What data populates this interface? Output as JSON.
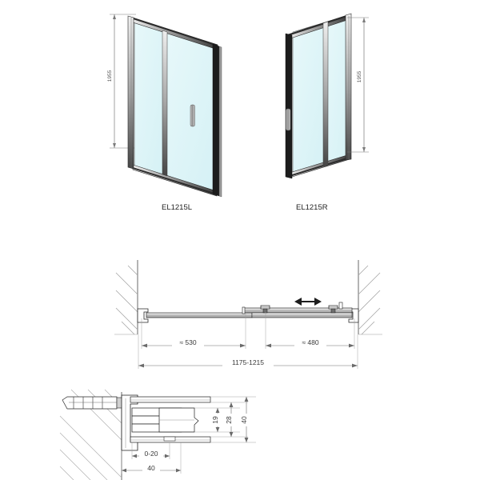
{
  "sheet": {
    "title": "Sliding shower door technical drawing",
    "background_color": "#ffffff",
    "line_color": "#222222",
    "thin_line_color": "#7a7a7a",
    "glass_color": "#ddf4f7",
    "frame_color": "#4a4a4a",
    "hatch_color": "#9a9a9a"
  },
  "views": {
    "isometric_left": {
      "model_label": "EL1215L",
      "height_dimension": "1955",
      "handle_side": "right",
      "glass_fill": "#ddf4f7"
    },
    "isometric_right": {
      "model_label": "EL1215R",
      "height_dimension": "1955",
      "handle_side": "left",
      "glass_fill": "#ddf4f7"
    },
    "plan_section": {
      "fixed_panel_dimension": "≈ 530",
      "sliding_panel_dimension": "≈ 480",
      "overall_dimension": "1175-1215",
      "slide_arrow": "↔"
    },
    "profile_detail": {
      "height_inner": "19",
      "height_middle": "28",
      "height_outer": "40",
      "adjust_range": "0-20",
      "profile_width": "40"
    }
  }
}
